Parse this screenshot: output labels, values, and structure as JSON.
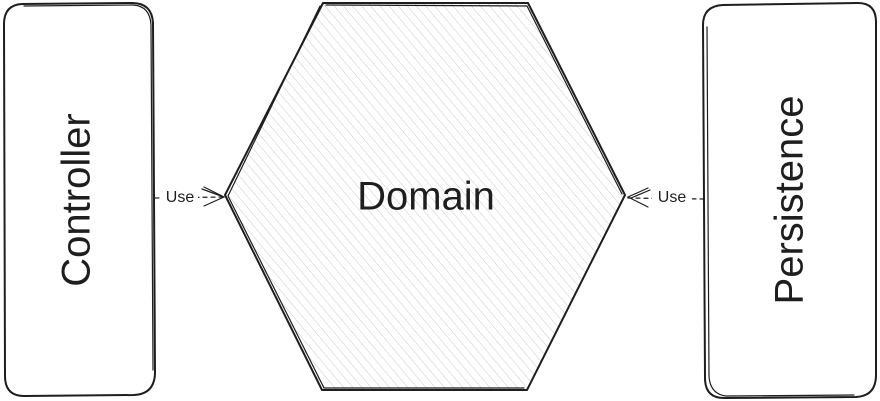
{
  "nodes": {
    "controller": {
      "label": "Controller"
    },
    "domain": {
      "label": "Domain"
    },
    "persistence": {
      "label": "Persistence"
    }
  },
  "edges": {
    "controller_to_domain": {
      "label": "Use"
    },
    "persistence_to_domain": {
      "label": "Use"
    }
  },
  "colors": {
    "stroke": "#1e1e1e",
    "hatch": "#c9c9c9",
    "background": "#ffffff"
  }
}
